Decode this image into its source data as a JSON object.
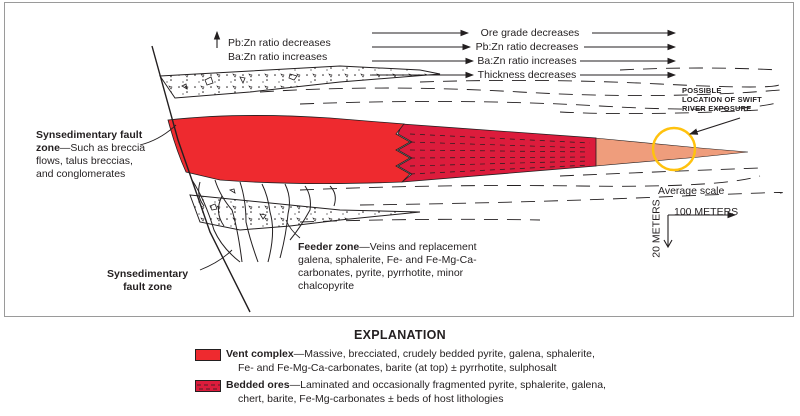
{
  "trends_left": {
    "line1": "Pb:Zn ratio decreases",
    "line2": "Ba:Zn ratio increases"
  },
  "trends_right": [
    "Ore grade decreases",
    "Pb:Zn ratio decreases",
    "Ba:Zn ratio increases",
    "Thickness decreases"
  ],
  "callout": {
    "line1": "POSSIBLE",
    "line2": "LOCATION OF SWIFT",
    "line3": "RIVER EXPOSURE"
  },
  "fault_zone_upper": {
    "title1": "Synsedimentary fault",
    "title2": "zone",
    "desc1": "—Such as breccia",
    "desc2": "flows, talus breccias,",
    "desc3": "and conglomerates"
  },
  "fault_zone_lower": {
    "line1": "Synsedimentary",
    "line2": "fault zone"
  },
  "feeder_zone": {
    "title": "Feeder zone",
    "line1": "—Veins and replacement",
    "line2": "galena, sphalerite, Fe- and Fe-Mg-Ca-",
    "line3": "carbonates, pyrite, pyrrhotite, minor",
    "line4": "chalcopyrite"
  },
  "scale": {
    "title": "Average scale",
    "horizontal": "100 METERS",
    "vertical": "20 METERS"
  },
  "explanation": {
    "title": "EXPLANATION",
    "vent": {
      "term": "Vent complex",
      "line1": "—Massive, brecciated, crudely bedded pyrite, galena, sphalerite,",
      "line2": "Fe- and Fe-Mg-Ca-carbonates, barite (at top) ± pyrrhotite, sulphosalt"
    },
    "bedded": {
      "term": "Bedded ores",
      "line1": "—Laminated and occasionally fragmented pyrite, sphalerite, galena,",
      "line2": "chert, barite, Fe-Mg-carbonates ± beds of host lithologies"
    }
  },
  "colors": {
    "vent_red": "#ee2a2f",
    "bedded_red": "#dc1c3c",
    "distal_salmon": "#ef9d7c",
    "highlight_circle": "#ffc20e",
    "ink": "#231f20"
  }
}
